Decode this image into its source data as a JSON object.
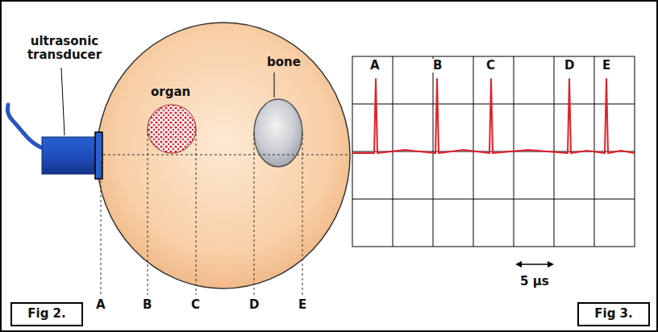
{
  "diagram": {
    "nodes": [
      {
        "text": [
          "Fig 2."
        ]
      },
      {
        "text": [
          "Fig 3."
        ]
      }
    ],
    "labels": [
      "ultrasonic transducer",
      "A",
      "B",
      "C",
      "D",
      "E",
      "organ",
      "bone",
      "A",
      "B",
      "C",
      "D",
      "E",
      "5 µs"
    ]
  }
}
